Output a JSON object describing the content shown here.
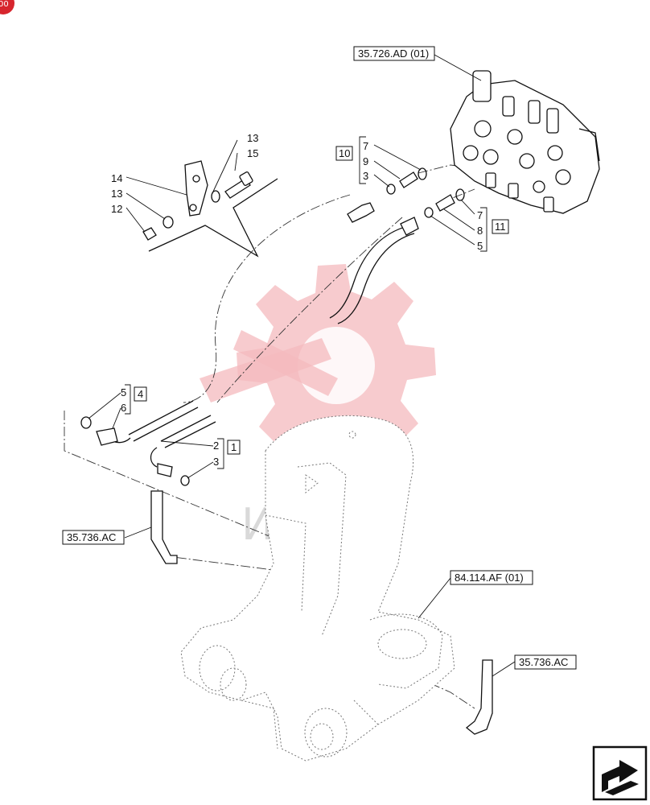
{
  "corner_badge": "00",
  "watermark": "ИНТЕХ",
  "references": {
    "control_valve": "35.726.AD (01)",
    "aux_left": "35.736.AC",
    "boom": "84.114.AF (01)",
    "aux_right": "35.736.AC"
  },
  "groups": {
    "g10": "10",
    "g11": "11",
    "g4": "4",
    "g1": "1"
  },
  "callouts": {
    "bracket_13a": "13",
    "bracket_15": "15",
    "bracket_14": "14",
    "bracket_13b": "13",
    "bracket_12": "12",
    "g10_7": "7",
    "g10_9": "9",
    "g10_3": "3",
    "g11_7": "7",
    "g11_8": "8",
    "g11_5": "5",
    "g4_5": "5",
    "g4_6": "6",
    "g1_2": "2",
    "g1_3": "3"
  },
  "nav_icon": "next-page-arrow-icon"
}
